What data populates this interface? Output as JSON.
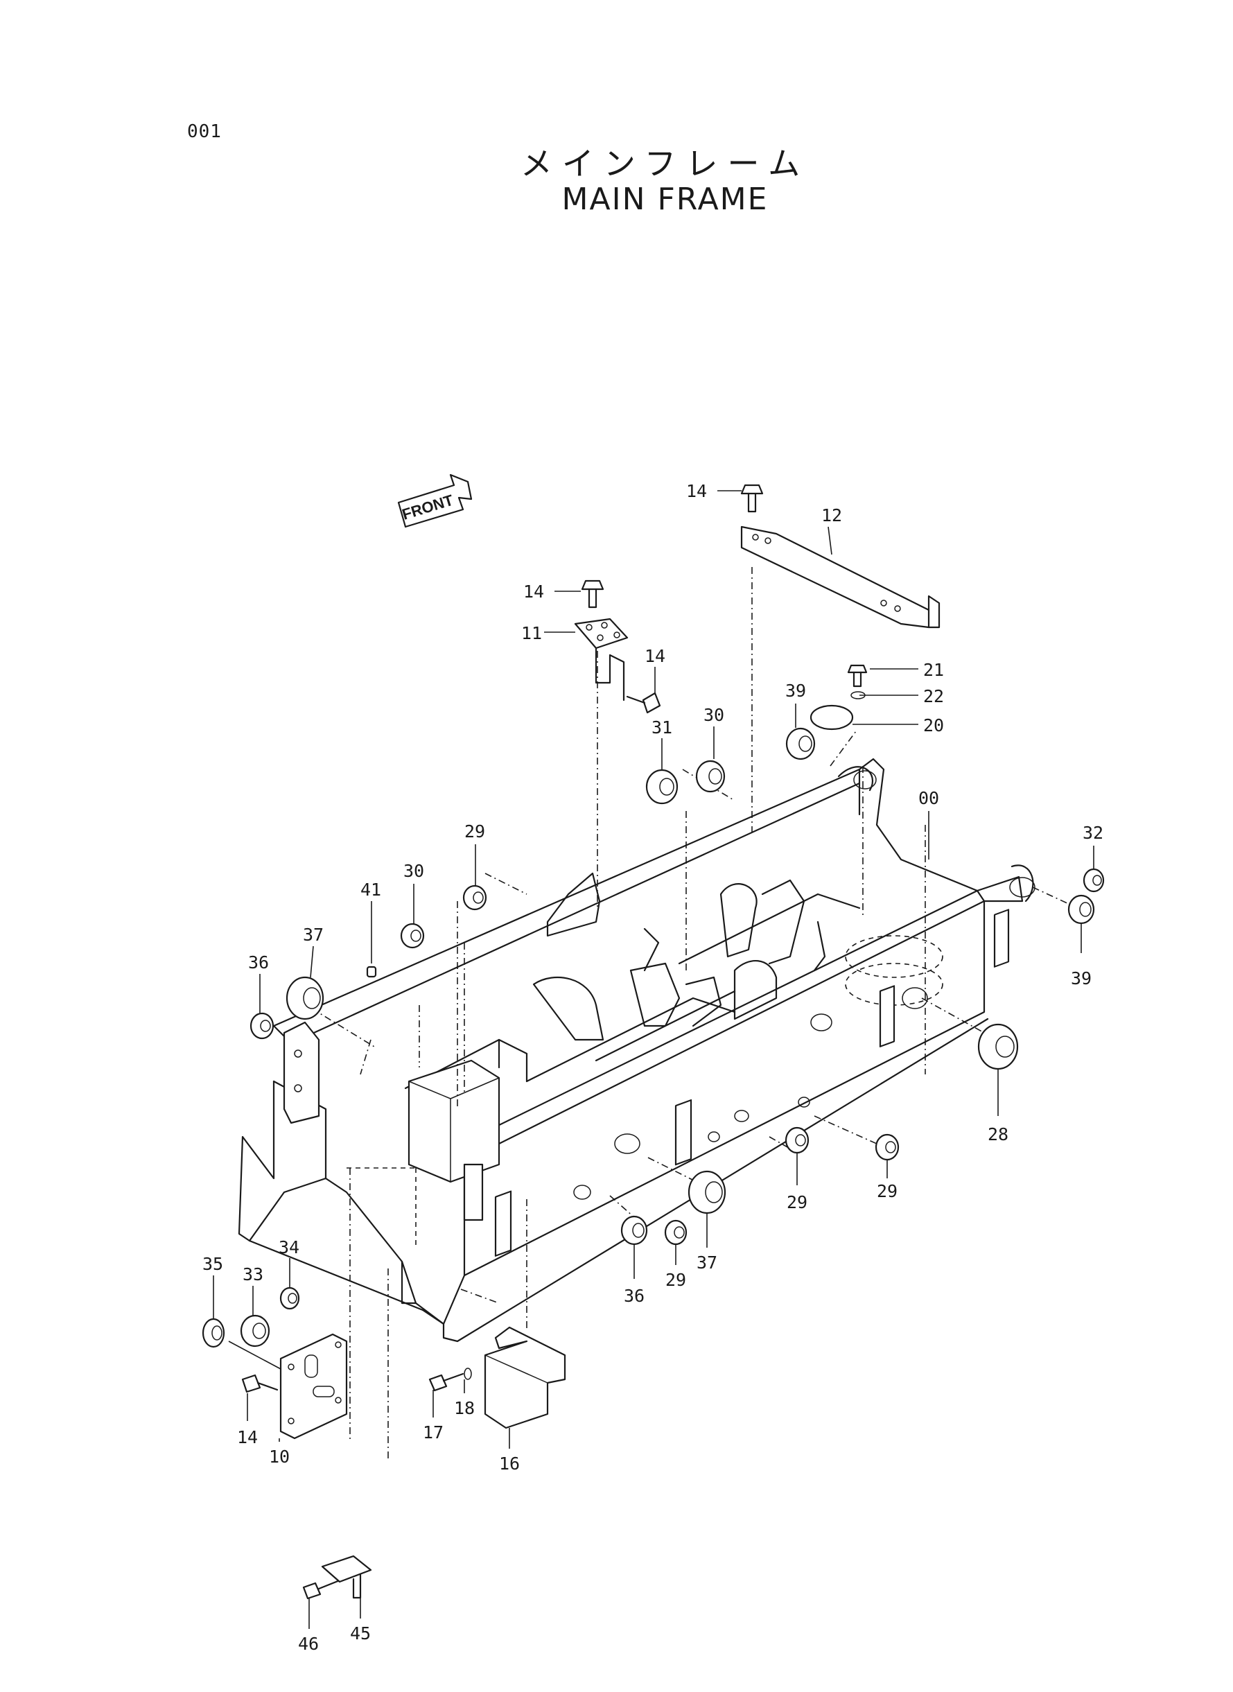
{
  "page_number": "001",
  "title_jp": "メインフレーム",
  "title_en": "MAIN FRAME",
  "front_label": "FRONT",
  "callouts": {
    "c14a": "14",
    "c12": "12",
    "c14b": "14",
    "c11": "11",
    "c14c": "14",
    "c21": "21",
    "c22": "22",
    "c20": "20",
    "c39a": "39",
    "c30a": "30",
    "c31": "31",
    "c00": "00",
    "c32": "32",
    "c39b": "39",
    "c29a": "29",
    "c30b": "30",
    "c41": "41",
    "c37a": "37",
    "c36a": "36",
    "c28": "28",
    "c29b": "29",
    "c29c": "29",
    "c37b": "37",
    "c29d": "29",
    "c36b": "36",
    "c35": "35",
    "c33": "33",
    "c34": "34",
    "c14d": "14",
    "c10": "10",
    "c17": "17",
    "c18": "18",
    "c16": "16",
    "c45": "45",
    "c46": "46"
  }
}
